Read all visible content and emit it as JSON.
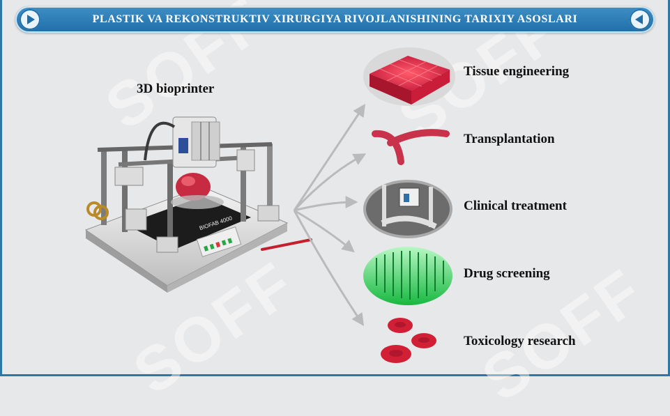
{
  "header": {
    "title": "PLASTIK VA REKONSTRUKTIV XIRURGIYA RIVOJLANISHINING TARIXIY ASOSLARI",
    "prev_icon": "play-left-icon",
    "next_icon": "play-right-icon"
  },
  "diagram": {
    "source_label": "3D bioprinter",
    "printer_plate_text": "BIOFAB 4000",
    "applications": [
      {
        "label": "Tissue engineering",
        "icon": "tissue-scaffold-icon"
      },
      {
        "label": "Transplantation",
        "icon": "blood-vessel-icon"
      },
      {
        "label": "Clinical treatment",
        "icon": "clinical-printer-icon"
      },
      {
        "label": "Drug screening",
        "icon": "drug-plate-icon"
      },
      {
        "label": "Toxicology research",
        "icon": "red-cells-icon"
      }
    ]
  },
  "watermark": "SOFF",
  "colors": {
    "header": "#2b80bb",
    "accent_red": "#d42a3c",
    "arrow_gray": "#b9babc",
    "green": "#2fd55a"
  }
}
